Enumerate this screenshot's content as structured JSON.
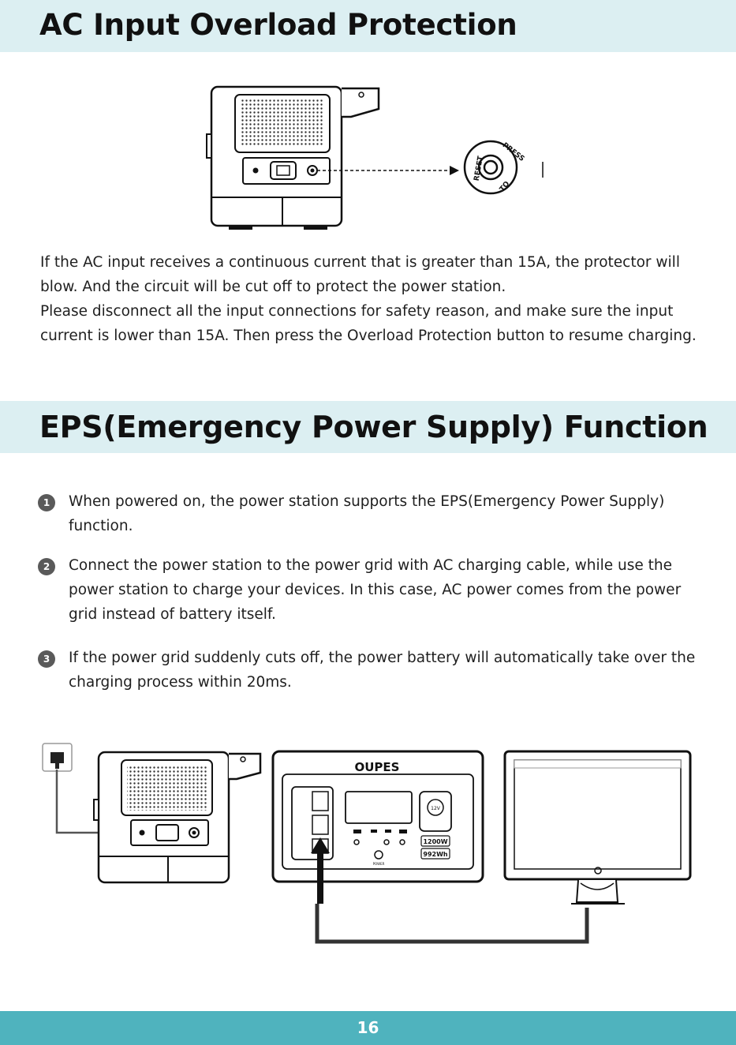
{
  "section1": {
    "title": "AC Input Overload Protection",
    "paragraph1": "If the AC input receives a continuous current that is greater than 15A, the protector will blow. And the circuit will be cut off to protect the power station.",
    "paragraph2": "Please disconnect all the input connections for safety reason, and make sure the input current is lower than 15A. Then press the Overload Protection button to resume charging.",
    "button_labels": {
      "press": "PRESS",
      "reset": "RESET",
      "to": "TO"
    }
  },
  "section2": {
    "title": "EPS(Emergency Power Supply) Function",
    "steps": [
      {
        "num": "1",
        "text": "When powered on, the power station supports the EPS(Emergency Power Supply) function."
      },
      {
        "num": "2",
        "text": "Connect the power station to the power grid with AC charging cable, while use the power station to charge your devices. In this case, AC power comes from the power grid instead of battery itself."
      },
      {
        "num": "3",
        "text": "If the power grid suddenly cuts off, the power battery will automatically take over the charging process within 20ms."
      }
    ],
    "device": {
      "brand": "OUPES",
      "power_rating": "1200W",
      "capacity": "992Wh",
      "dc_label": "12V",
      "power_label": "POWER"
    }
  },
  "footer": {
    "page_number": "16"
  }
}
